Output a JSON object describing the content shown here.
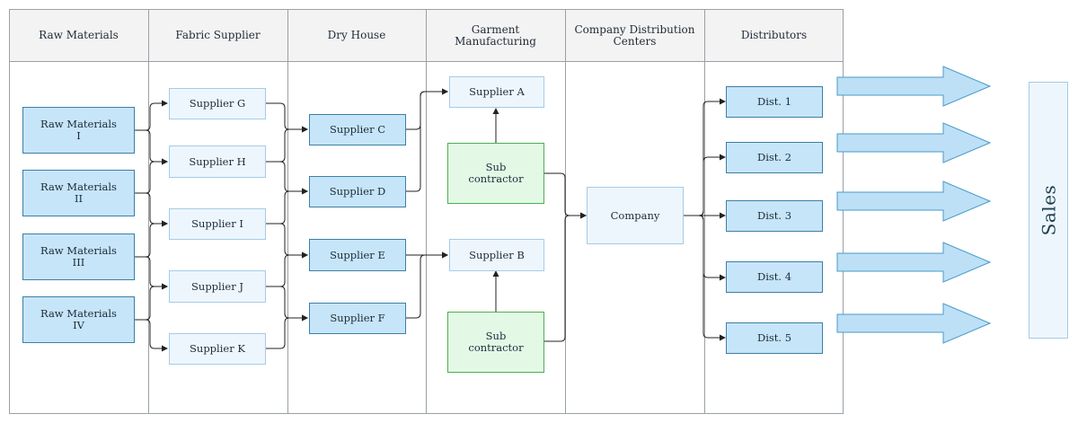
{
  "columns": [
    {
      "id": "raw",
      "label": "Raw Materials"
    },
    {
      "id": "fabric",
      "label": "Fabric Supplier"
    },
    {
      "id": "dry",
      "label": "Dry House"
    },
    {
      "id": "garment",
      "label": "Garment Manufacturing"
    },
    {
      "id": "cdc",
      "label": "Company Distribution Centers"
    },
    {
      "id": "distributors",
      "label": "Distributors"
    }
  ],
  "raw_materials": [
    {
      "line1": "Raw Materials",
      "line2": "I"
    },
    {
      "line1": "Raw Materials",
      "line2": "II"
    },
    {
      "line1": "Raw Materials",
      "line2": "III"
    },
    {
      "line1": "Raw Materials",
      "line2": "IV"
    }
  ],
  "fabric_suppliers": [
    "Supplier G",
    "Supplier H",
    "Supplier I",
    "Supplier J",
    "Supplier K"
  ],
  "dry_house": [
    "Supplier C",
    "Supplier D",
    "Supplier E",
    "Supplier F"
  ],
  "garment": {
    "suppliers": [
      "Supplier A",
      "Supplier B"
    ],
    "subcontractors": [
      {
        "line1": "Sub",
        "line2": "contractor"
      },
      {
        "line1": "Sub",
        "line2": "contractor"
      }
    ]
  },
  "company": "Company",
  "distributors": [
    "Dist. 1",
    "Dist. 2",
    "Dist. 3",
    "Dist. 4",
    "Dist. 5"
  ],
  "sales": "Sales",
  "colors": {
    "primary_fill": "#c6e5f8",
    "primary_border": "#3d7fa6",
    "light_fill": "#eef6fd",
    "light_border": "#a5cbe6",
    "sub_fill": "#e3f9e5",
    "sub_border": "#4caf50",
    "header_fill": "#f3f3f3",
    "connector": "#222222"
  }
}
